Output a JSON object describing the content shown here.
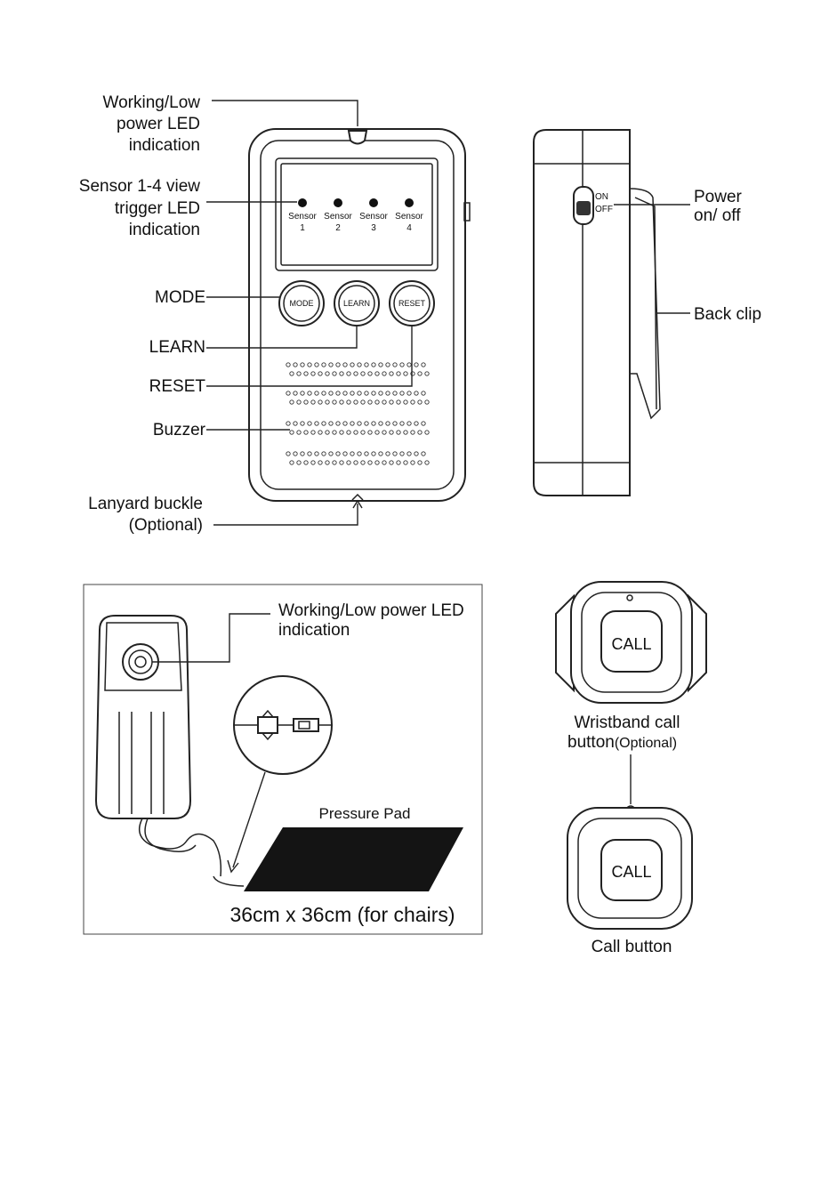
{
  "receiver": {
    "callouts": {
      "led": [
        "Working/Low",
        "power LED",
        "indication"
      ],
      "sensor_view": [
        "Sensor 1-4 view",
        "trigger LED",
        "indication"
      ],
      "mode": "MODE",
      "learn": "LEARN",
      "reset": "RESET",
      "buzzer": "Buzzer",
      "lanyard": [
        "Lanyard buckle",
        "(Optional)"
      ],
      "power": [
        "Power",
        "on/ off"
      ],
      "back_clip": "Back clip"
    },
    "sensor_labels": [
      "Sensor",
      "Sensor",
      "Sensor",
      "Sensor"
    ],
    "sensor_numbers": [
      "1",
      "2",
      "3",
      "4"
    ],
    "buttons": {
      "mode": "MODE",
      "learn": "LEARN",
      "reset": "RESET"
    },
    "switch": {
      "on": "ON",
      "off": "OFF"
    }
  },
  "pressure_panel": {
    "led_callout": [
      "Working/Low power LED",
      "indication"
    ],
    "pad_label": "Pressure Pad",
    "size_label": "36cm x 36cm (for chairs)"
  },
  "wristband": {
    "button_text": "CALL",
    "caption": [
      "Wristband call",
      "button",
      "(Optional)"
    ]
  },
  "call_button": {
    "button_text": "CALL",
    "caption": "Call button"
  }
}
